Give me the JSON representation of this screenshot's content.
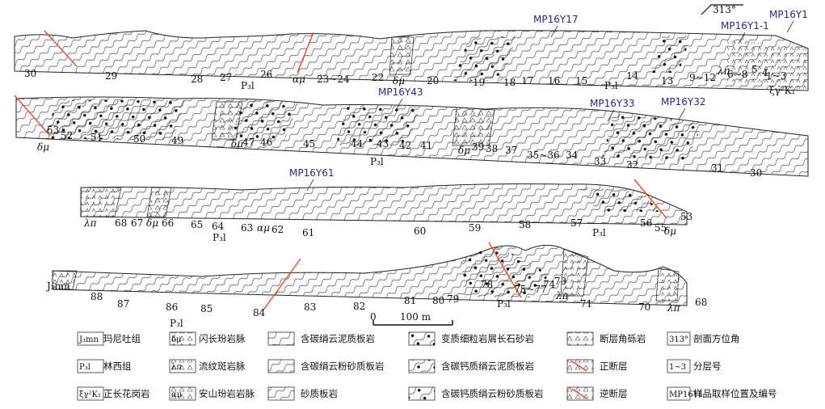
{
  "orientation": "313°",
  "samples": [
    "MP16Y1",
    "MP16Y1-1",
    "MP16Y17",
    "MP16Y43",
    "MP16Y33",
    "MP16Y32",
    "MP16Y61"
  ],
  "sections": [
    {
      "layers": [
        "30",
        "29",
        "28",
        "27",
        "26",
        "23~24",
        "22",
        "20",
        "19",
        "18",
        "17",
        "16",
        "15",
        "14",
        "13",
        "9~12",
        "6~8",
        "5",
        "4",
        "1~3"
      ],
      "rocks": [
        "αμ",
        "δμ",
        "λπ"
      ],
      "formations": [
        "P₃l",
        "P₃l"
      ],
      "intrusion": "ξγ²K₁"
    },
    {
      "layers": [
        "53",
        "52",
        "51",
        "50",
        "49",
        "47",
        "46",
        "45",
        "44",
        "43",
        "42",
        "41",
        "39",
        "38",
        "37",
        "35~36",
        "34",
        "33",
        "32",
        "31",
        "30"
      ],
      "rocks": [
        "δμ",
        "δμ",
        "δμ"
      ],
      "formations": [
        "P₃l"
      ]
    },
    {
      "layers": [
        "68",
        "67",
        "66",
        "65",
        "64",
        "63",
        "62",
        "61",
        "60",
        "59",
        "58",
        "57",
        "56",
        "55",
        "53"
      ],
      "rocks": [
        "λπ",
        "δμ",
        "αμ",
        "δμ"
      ],
      "formations": [
        "P₃l",
        "P₃l"
      ]
    },
    {
      "layers": [
        "88",
        "87",
        "86",
        "85",
        "84",
        "83",
        "82",
        "81",
        "80",
        "79",
        "78",
        "75~77",
        "74",
        "73",
        "71",
        "70",
        "68"
      ],
      "rocks": [
        "λπ",
        "λπ"
      ],
      "formations": [
        "J₃mn",
        "P₃l",
        "P₃l"
      ]
    }
  ],
  "scale": {
    "zero": "0",
    "distance": "100 m"
  },
  "legend": [
    {
      "symbol": "J₃mn",
      "label": "玛尼吐组"
    },
    {
      "symbol": "δμ",
      "label": "闪长玢岩脉"
    },
    {
      "symbol": "",
      "label": "含碳绢云泥质板岩"
    },
    {
      "symbol": "",
      "label": "变质细粒岩屑长石砂岩"
    },
    {
      "symbol": "",
      "label": "断层角砾岩"
    },
    {
      "symbol": "313°",
      "label": "剖面方位角"
    },
    {
      "symbol": "P₃l",
      "label": "林西组"
    },
    {
      "symbol": "λπ",
      "label": "流纹斑岩脉"
    },
    {
      "symbol": "",
      "label": "含碳绢云粉砂质板岩"
    },
    {
      "symbol": "",
      "label": "含碳钙质绢云泥质板岩"
    },
    {
      "symbol": "",
      "label": "正断层"
    },
    {
      "symbol": "1~3",
      "label": "分层号"
    },
    {
      "symbol": "ξγ²K₁",
      "label": "正长花岗岩"
    },
    {
      "symbol": "αμ",
      "label": "安山玢岩岩脉"
    },
    {
      "symbol": "",
      "label": "砂质板岩"
    },
    {
      "symbol": "",
      "label": "含碳钙质绢云粉砂质板岩"
    },
    {
      "symbol": "",
      "label": "逆断层"
    },
    {
      "symbol": "MP16Y1",
      "label": "样品取样位置及编号"
    }
  ]
}
